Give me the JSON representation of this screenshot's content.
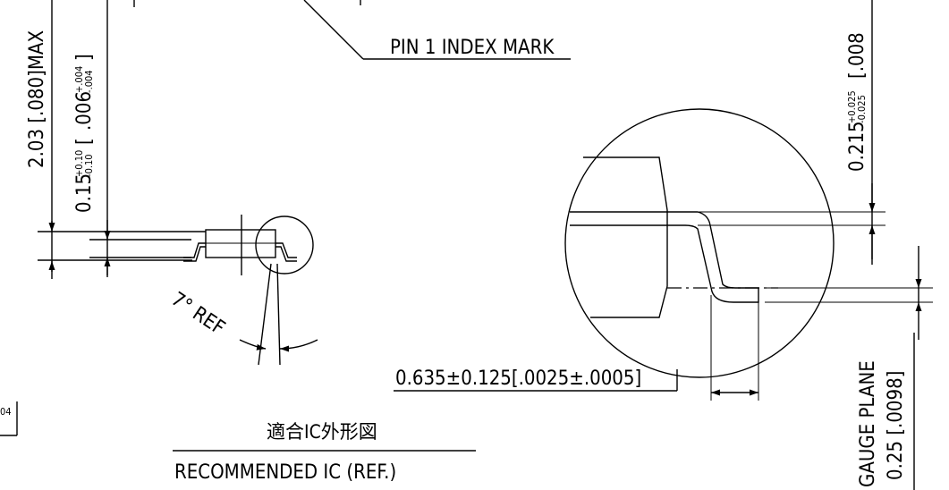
{
  "labels": {
    "pin1_index_mark": "PIN 1 INDEX MARK",
    "height_max": "2.03 [.080]MAX",
    "standoff_base": "0.15",
    "standoff_plus": "+0.10",
    "standoff_minus": "-0.10",
    "standoff_inch_base": ".006",
    "standoff_inch_plus": "+.004",
    "standoff_inch_minus": "-.004",
    "lead_thk_base": "0.215",
    "lead_thk_plus": "+0.025",
    "lead_thk_minus": "-0.025",
    "lead_thk_inch": "[.008",
    "angle_ref": "7° REF",
    "foot_length": "0.635±0.125[.0025±.0005]",
    "gauge_plane": "GAUGE PLANE",
    "gauge_value": "0.25 [.0098]",
    "fragment_left": "04",
    "recommended_jp": "適合IC外形図",
    "recommended_en": "RECOMMENDED IC (REF.)"
  }
}
